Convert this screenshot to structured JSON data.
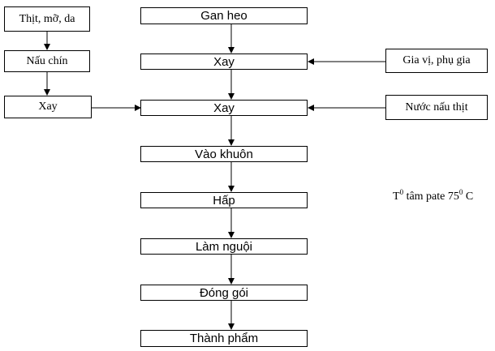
{
  "left_column": {
    "meat_fat_skin": "Thịt, mỡ, da",
    "cook": "Nấu chín",
    "grind": "Xay"
  },
  "main_column": {
    "liver": "Gan heo",
    "grind_1": "Xay",
    "grind_2": "Xay",
    "molding": "Vào khuôn",
    "steaming": "Hấp",
    "cooling": "Làm nguội",
    "packaging": "Đóng gói",
    "finished_product": "Thành phẩm"
  },
  "right_column": {
    "spices_additives": "Gia vị, phụ gia",
    "meat_broth": "Nước nấu thịt"
  },
  "steaming_note": {
    "prefix": "T",
    "sup_1": "0",
    "middle": " tâm pate 75",
    "sup_2": "0",
    "suffix": " C"
  },
  "colors": {
    "stroke": "#000000",
    "background": "#ffffff"
  }
}
